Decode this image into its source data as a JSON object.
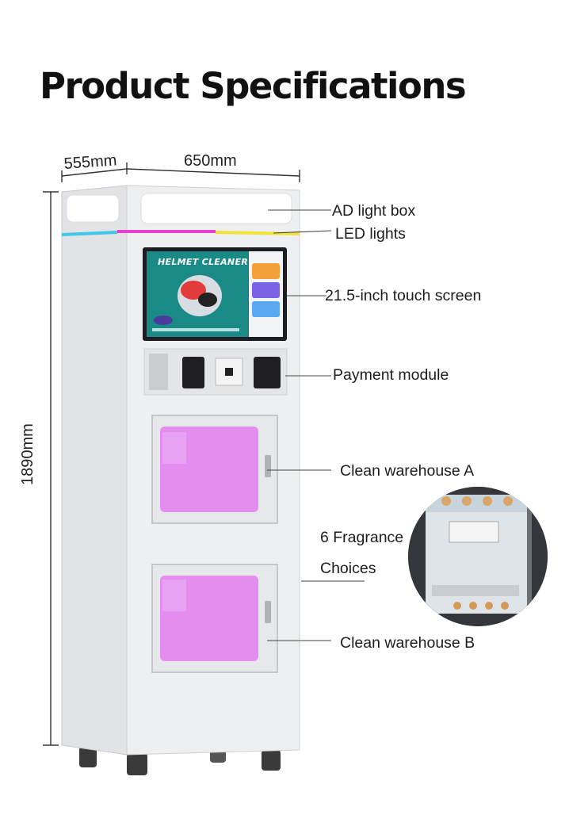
{
  "page": {
    "title": "Product Specifications"
  },
  "dimensions": {
    "depth": "555mm",
    "width": "650mm",
    "height": "1890mm"
  },
  "callouts": {
    "ad_light_box": "AD light box",
    "led_lights": "LED lights",
    "touch_screen": "21.5-inch touch screen",
    "payment_module": "Payment module",
    "warehouse_a": "Clean warehouse A",
    "fragrance_line1": "6 Fragrance",
    "fragrance_line2": "Choices",
    "warehouse_b": "Clean warehouse B"
  },
  "screen": {
    "brand": "HELMET CLEANER"
  },
  "colors": {
    "led_cyan": "#3fc7e6",
    "led_magenta": "#e63fd0",
    "led_yellow": "#f2e23a",
    "uv_pink": "#e58cf0",
    "cabinet": "#e9eaec"
  }
}
